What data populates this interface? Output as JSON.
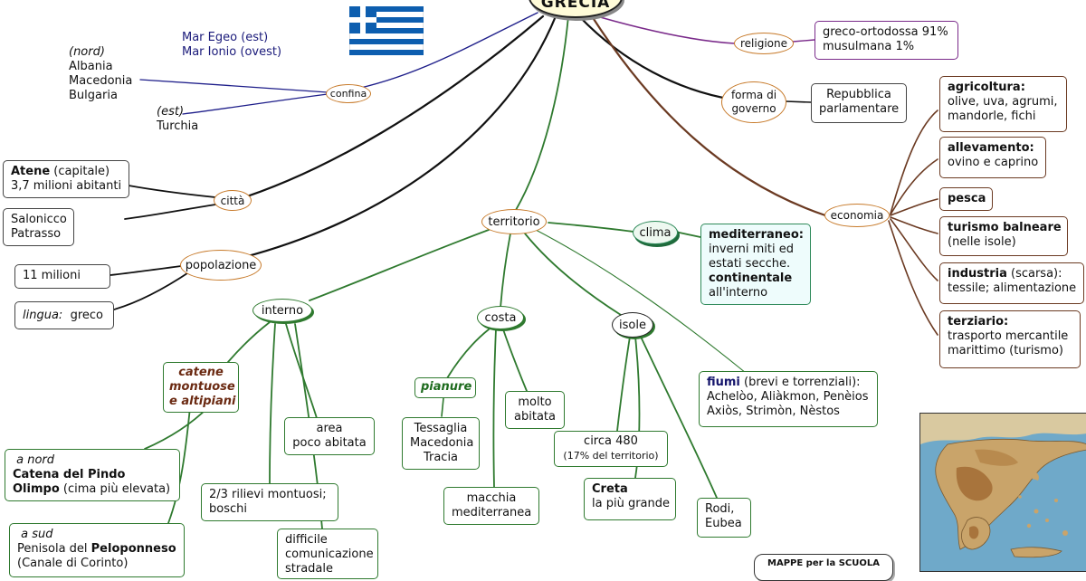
{
  "center": {
    "title": "GRECIA"
  },
  "nodes": {
    "confina": "confina",
    "citta": "città",
    "popolazione": "popolazione",
    "territorio": "territorio",
    "clima": "clima",
    "interno": "interno",
    "costa": "costa",
    "isole": "isole",
    "religione": "religione",
    "forma_governo_1": "forma di",
    "forma_governo_2": "governo",
    "economia": "economia"
  },
  "confina": {
    "mari_1": "Mar Egeo (est)",
    "mari_2": "Mar Ionio (ovest)",
    "nord_label": "(nord)",
    "nord_1": "Albania",
    "nord_2": "Macedonia",
    "nord_3": "Bulgaria",
    "est_label": "(est)",
    "est_1": "Turchia"
  },
  "citta": {
    "atene_bold": "Atene",
    "atene_rest": " (capitale)",
    "atene_line2": "3,7 milioni abitanti",
    "altre_1": "Salonicco",
    "altre_2": "Patrasso"
  },
  "popolazione": {
    "abitanti": "11 milioni",
    "lingua_label": "lingua:",
    "lingua_value": "  greco"
  },
  "clima": {
    "med_bold": "mediterraneo:",
    "med_1": "inverni miti ed",
    "med_2": "estati secche.",
    "cont_bold": "continentale",
    "cont_1": "all'interno"
  },
  "interno": {
    "catene_1": "catene",
    "catene_2": "montuose",
    "catene_3": "e altipiani",
    "nord_label": "a nord",
    "nord_1": "Catena del Pindo",
    "nord_2_bold": "Olimpo",
    "nord_2_rest": " (cima più elevata)",
    "sud_label": "a sud",
    "sud_1_pre": "Penisola del ",
    "sud_1_bold": "Peloponneso",
    "sud_2": "(Canale di Corinto)",
    "rilievi_1": "2/3 rilievi montuosi;",
    "rilievi_2": "boschi",
    "area_1": "area",
    "area_2": "poco abitata",
    "diff_1": "difficile",
    "diff_2": "comunicazione",
    "diff_3": "stradale"
  },
  "costa": {
    "pianure": "pianure",
    "pian_1": "Tessaglia",
    "pian_2": "Macedonia",
    "pian_3": "Tracia",
    "abitata_1": "molto",
    "abitata_2": "abitata",
    "macchia_1": "macchia",
    "macchia_2": "mediterranea"
  },
  "isole": {
    "num_1": "circa 480",
    "num_2": "(17% del territorio)",
    "creta_bold": "Creta",
    "creta_2": "la più grande",
    "rodi_1": "Rodi,",
    "rodi_2": "Eubea"
  },
  "fiumi": {
    "bold": "fiumi",
    "rest": " (brevi e torrenziali):",
    "line2": "Achelòo, Aliàkmon, Penèios",
    "line3": "Axiòs, Strimòn, Nèstos"
  },
  "religione": {
    "line1": "greco-ortodossa 91%",
    "line2": "musulmana 1%"
  },
  "governo": {
    "line1": "Repubblica",
    "line2": "parlamentare"
  },
  "economia": {
    "agri_bold": "agricoltura:",
    "agri_1": "olive, uva, agrumi,",
    "agri_2": "mandorle, fichi",
    "alle_bold": "allevamento:",
    "alle_1": "ovino e caprino",
    "pesca_bold": "pesca",
    "tur_bold": "turismo balneare",
    "tur_1": "(nelle isole)",
    "ind_bold": "industria",
    "ind_rest": " (scarsa):",
    "ind_1": "tessile; alimentazione",
    "ter_bold": "terziario:",
    "ter_1": "trasporto mercantile",
    "ter_2": "marittimo (turismo)"
  },
  "credit": {
    "text": "MAPPE per la SCUOLA"
  },
  "colors": {
    "green": "#2f7a2f",
    "brown": "#6b3a22",
    "purple": "#7a2a8a",
    "navy": "#1e1e8a",
    "orange": "#c77a2a",
    "flag_blue": "#0d5eaf"
  },
  "icons": {
    "flag": "greek-flag-icon",
    "map": "greece-map-icon"
  }
}
